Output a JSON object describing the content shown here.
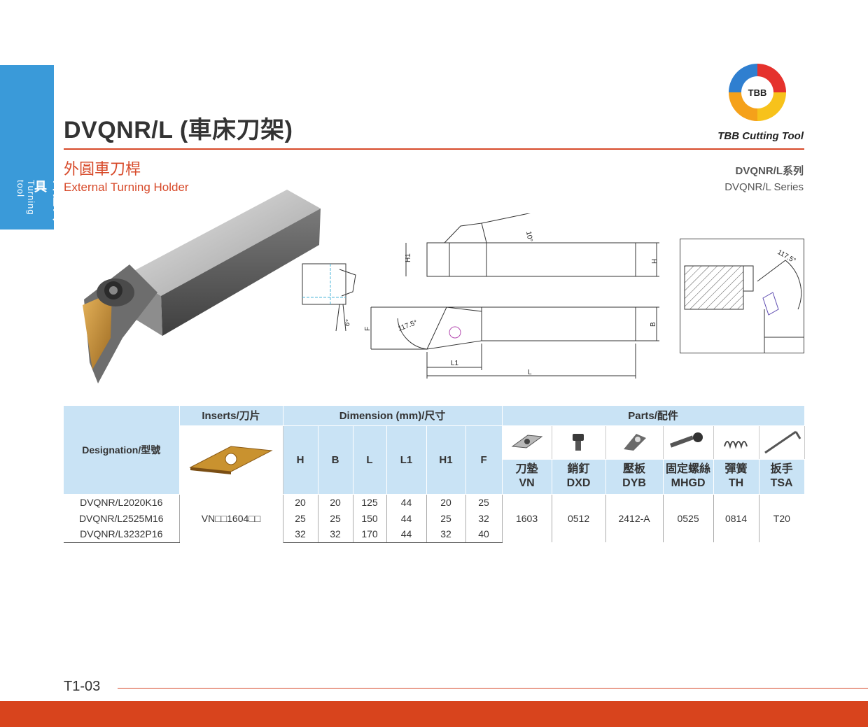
{
  "side_tab": {
    "cn": "車削刀具",
    "en": "Turning tool"
  },
  "header": {
    "title": "DVQNR/L (車床刀架)",
    "subtitle_cn": "外圓車刀桿",
    "subtitle_en": "External Turning Holder",
    "series_cn": "DVQNR/L系列",
    "series_en": "DVQNR/L Series",
    "brand": "TBB Cutting Tool",
    "logo_text": "TBB"
  },
  "diagram": {
    "angle_10": "10°",
    "angle_6": "6°",
    "angle_1175": "117.5°",
    "label_H1": "H1",
    "label_H": "H",
    "label_F": "F",
    "label_B": "B",
    "label_L1": "L1",
    "label_L": "L"
  },
  "table": {
    "designation_header": "Designation/型號",
    "inserts_header": "Inserts/刀片",
    "dimension_header": "Dimension (mm)/尺寸",
    "parts_header": "Parts/配件",
    "dim_cols": [
      "H",
      "B",
      "L",
      "L1",
      "H1",
      "F"
    ],
    "parts_cols": [
      {
        "cn": "刀墊",
        "code": "VN",
        "icon": "shim-icon"
      },
      {
        "cn": "銷釘",
        "code": "DXD",
        "icon": "pin-icon"
      },
      {
        "cn": "壓板",
        "code": "DYB",
        "icon": "clamp-icon"
      },
      {
        "cn": "固定螺絲",
        "code": "MHGD",
        "icon": "screw-icon"
      },
      {
        "cn": "彈簧",
        "code": "TH",
        "icon": "spring-icon"
      },
      {
        "cn": "扳手",
        "code": "TSA",
        "icon": "wrench-icon"
      }
    ],
    "rows": [
      {
        "designation": "DVQNR/L2020K16",
        "H": "20",
        "B": "20",
        "L": "125",
        "L1": "44",
        "H1": "20",
        "F": "25"
      },
      {
        "designation": "DVQNR/L2525M16",
        "H": "25",
        "B": "25",
        "L": "150",
        "L1": "44",
        "H1": "25",
        "F": "32"
      },
      {
        "designation": "DVQNR/L3232P16",
        "H": "32",
        "B": "32",
        "L": "170",
        "L1": "44",
        "H1": "32",
        "F": "40"
      }
    ],
    "insert_code": "VN□□1604□□",
    "parts_values": [
      "1603",
      "0512",
      "2412-A",
      "0525",
      "0814",
      "T20"
    ]
  },
  "footer": {
    "page": "T1-03"
  },
  "colors": {
    "accent": "#d74a2a",
    "tab_blue": "#3a9ad9",
    "header_fill": "#c9e3f5",
    "footer_bar": "#d8441d"
  }
}
